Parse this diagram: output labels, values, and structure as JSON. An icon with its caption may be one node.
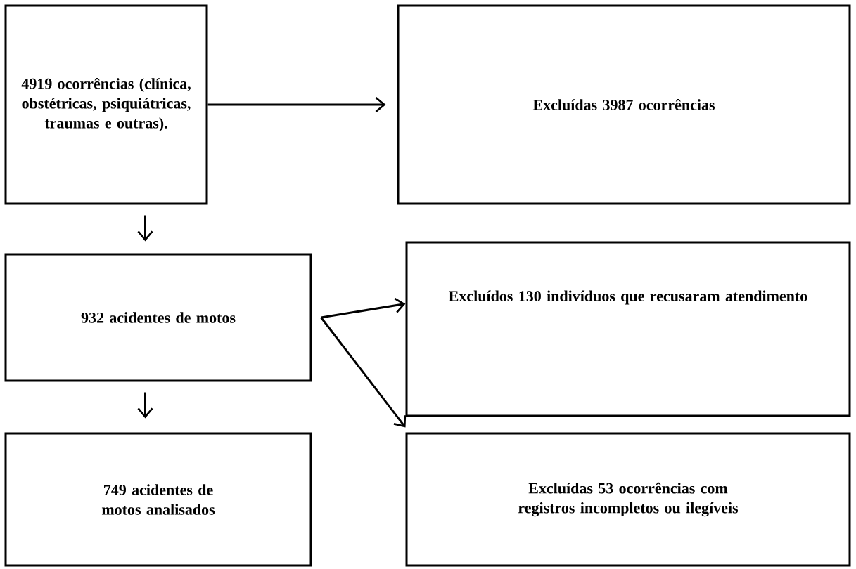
{
  "diagram": {
    "nodes": [
      {
        "text": [
          "4919 ocorrências (clínica, obstétricas, psiquiátricas, traumas e outras)."
        ]
      },
      {
        "text": [
          "Excluídas 3987 ocorrências"
        ]
      },
      {
        "text": [
          "932 acidentes de motos"
        ]
      },
      {
        "text": [
          "Excluídos 130 indivíduos que recusaram atendimento"
        ]
      },
      {
        "text": [
          "749 acidentes de motos analisados"
        ]
      },
      {
        "text": [
          "Excluídas 53 ocorrências com registros incompletos ou ilegíveis"
        ]
      }
    ],
    "edges": [
      {
        "from": 0,
        "to": 1,
        "arrow": "to"
      },
      {
        "from": 0,
        "to": 2,
        "arrow": "to"
      },
      {
        "from": 2,
        "to": 3,
        "arrow": "to"
      },
      {
        "from": 2,
        "to": 5,
        "arrow": "to"
      },
      {
        "from": 2,
        "to": 4,
        "arrow": "to"
      }
    ]
  }
}
